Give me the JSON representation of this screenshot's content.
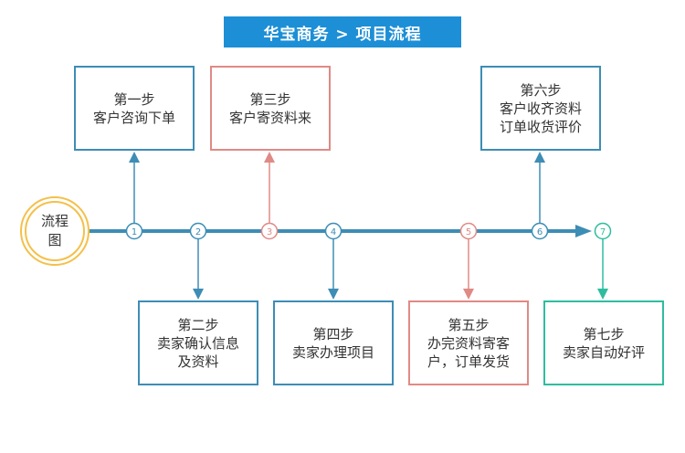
{
  "header": {
    "title": "华宝商务 > 项目流程"
  },
  "center": {
    "line1": "流程",
    "line2": "图"
  },
  "steps": [
    {
      "num": "1",
      "title": "第一步",
      "lines": [
        "客户咨询下单"
      ]
    },
    {
      "num": "2",
      "title": "第二步",
      "lines": [
        "卖家确认信息",
        "及资料"
      ]
    },
    {
      "num": "3",
      "title": "第三步",
      "lines": [
        "客户寄资料来"
      ]
    },
    {
      "num": "4",
      "title": "第四步",
      "lines": [
        "卖家办理项目"
      ]
    },
    {
      "num": "5",
      "title": "第五步",
      "lines": [
        "办完资料寄客",
        "户，订单发货"
      ]
    },
    {
      "num": "6",
      "title": "第六步",
      "lines": [
        "客户收齐资料",
        "订单收货评价"
      ]
    },
    {
      "num": "7",
      "title": "第七步",
      "lines": [
        "卖家自动好评"
      ]
    }
  ],
  "colors": {
    "blue": "#3d8db5",
    "red": "#e08a85",
    "teal": "#2ebd9e",
    "title_bg": "#1d8fd6",
    "ring": "#f4c04a"
  }
}
